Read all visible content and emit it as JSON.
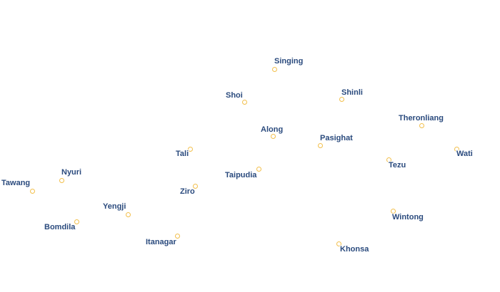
{
  "map": {
    "colors": {
      "background": "#ffffff",
      "label_text": "#2a4a7d",
      "label_halo": "#ffffff",
      "marker_stroke": "#f2bf4b"
    },
    "places": [
      {
        "name": "Singing"
      },
      {
        "name": "Shoi"
      },
      {
        "name": "Shinli"
      },
      {
        "name": "Theronliang"
      },
      {
        "name": "Along"
      },
      {
        "name": "Pasighat"
      },
      {
        "name": "Wati"
      },
      {
        "name": "Tali"
      },
      {
        "name": "Tezu"
      },
      {
        "name": "Taipudia"
      },
      {
        "name": "Nyuri"
      },
      {
        "name": "Tawang"
      },
      {
        "name": "Ziro"
      },
      {
        "name": "Yengji"
      },
      {
        "name": "Wintong"
      },
      {
        "name": "Bomdila"
      },
      {
        "name": "Itanagar"
      },
      {
        "name": "Khonsa"
      }
    ]
  }
}
